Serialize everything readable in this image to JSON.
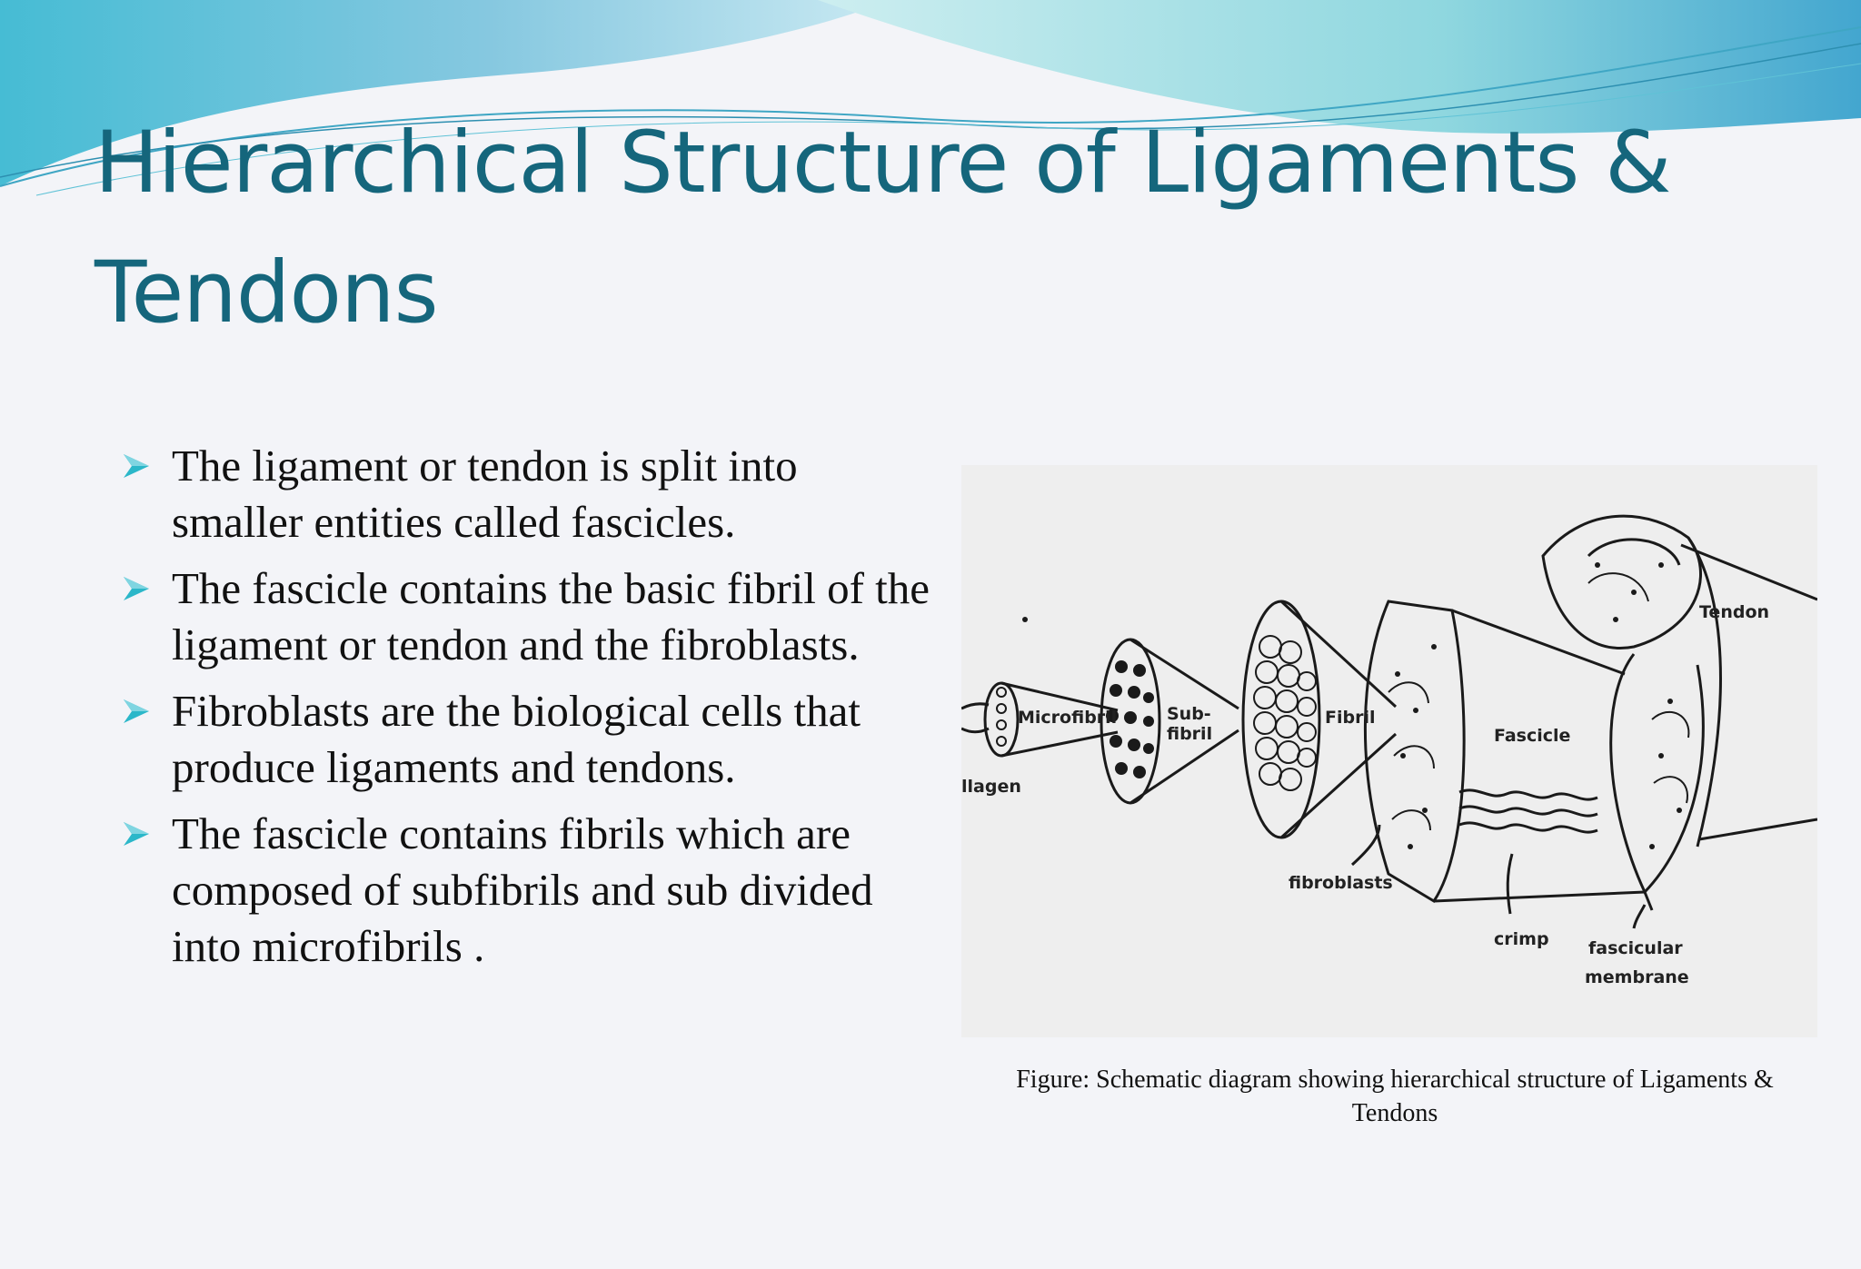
{
  "slide": {
    "title": "Hierarchical Structure of Ligaments & Tendons",
    "bullets": [
      "The ligament or tendon is split into smaller entities called fascicles.",
      "The fascicle contains the basic fibril of the ligament or tendon and the fibroblasts.",
      "Fibroblasts are the biological cells that produce ligaments and tendons.",
      "The fascicle contains fibrils which are composed of subfibrils  and sub divided into microfibrils ."
    ],
    "figure": {
      "labels": {
        "collagen": "llagen",
        "microfibril": "Microfibril",
        "subfibril_1": "Sub-",
        "subfibril_2": "fibril",
        "fibril": "Fibril",
        "fascicle": "Fascicle",
        "tendon": "Tendon",
        "fibroblasts": "fibroblasts",
        "crimp": "crimp",
        "fascicular_1": "fascicular",
        "fascicular_2": "membrane"
      },
      "caption": "Figure: Schematic diagram showing  hierarchical structure of Ligaments & Tendons"
    }
  },
  "colors": {
    "title": "#15667c",
    "bullet_arrow": "#2bb7c9",
    "wave_dark": "#5fb7d4",
    "wave_light": "#bfe8ee",
    "background": "#f3f4f8"
  },
  "icons": {
    "bullet": "arrowhead-bullet-icon"
  }
}
